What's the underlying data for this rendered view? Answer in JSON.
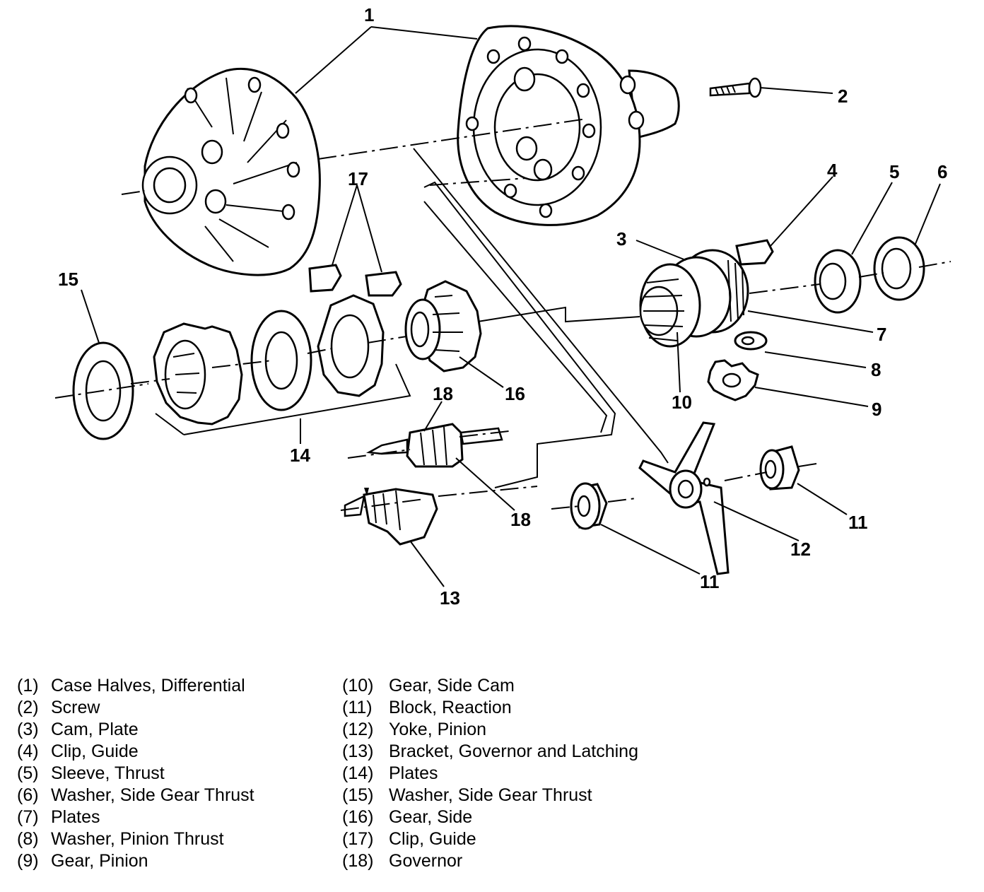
{
  "callouts": {
    "c1": "1",
    "c2": "2",
    "c3": "3",
    "c4": "4",
    "c5": "5",
    "c6": "6",
    "c7": "7",
    "c8": "8",
    "c9": "9",
    "c10": "10",
    "c11a": "11",
    "c11b": "11",
    "c12": "12",
    "c13": "13",
    "c14": "14",
    "c15": "15",
    "c16": "16",
    "c17": "17",
    "c18a": "18",
    "c18b": "18"
  },
  "legend": {
    "left": [
      {
        "num": "(1)",
        "text": "Case Halves, Differential"
      },
      {
        "num": "(2)",
        "text": "Screw"
      },
      {
        "num": "(3)",
        "text": "Cam, Plate"
      },
      {
        "num": "(4)",
        "text": "Clip, Guide"
      },
      {
        "num": "(5)",
        "text": "Sleeve, Thrust"
      },
      {
        "num": "(6)",
        "text": "Washer, Side Gear Thrust"
      },
      {
        "num": "(7)",
        "text": "Plates"
      },
      {
        "num": "(8)",
        "text": "Washer, Pinion Thrust"
      },
      {
        "num": "(9)",
        "text": "Gear, Pinion"
      }
    ],
    "right": [
      {
        "num": "(10)",
        "text": "Gear, Side Cam"
      },
      {
        "num": "(11)",
        "text": "Block, Reaction"
      },
      {
        "num": "(12)",
        "text": "Yoke, Pinion"
      },
      {
        "num": "(13)",
        "text": "Bracket, Governor and Latching"
      },
      {
        "num": "(14)",
        "text": "Plates"
      },
      {
        "num": "(15)",
        "text": "Washer, Side Gear Thrust"
      },
      {
        "num": "(16)",
        "text": "Gear, Side"
      },
      {
        "num": "(17)",
        "text": "Clip, Guide"
      },
      {
        "num": "(18)",
        "text": "Governor"
      }
    ]
  }
}
